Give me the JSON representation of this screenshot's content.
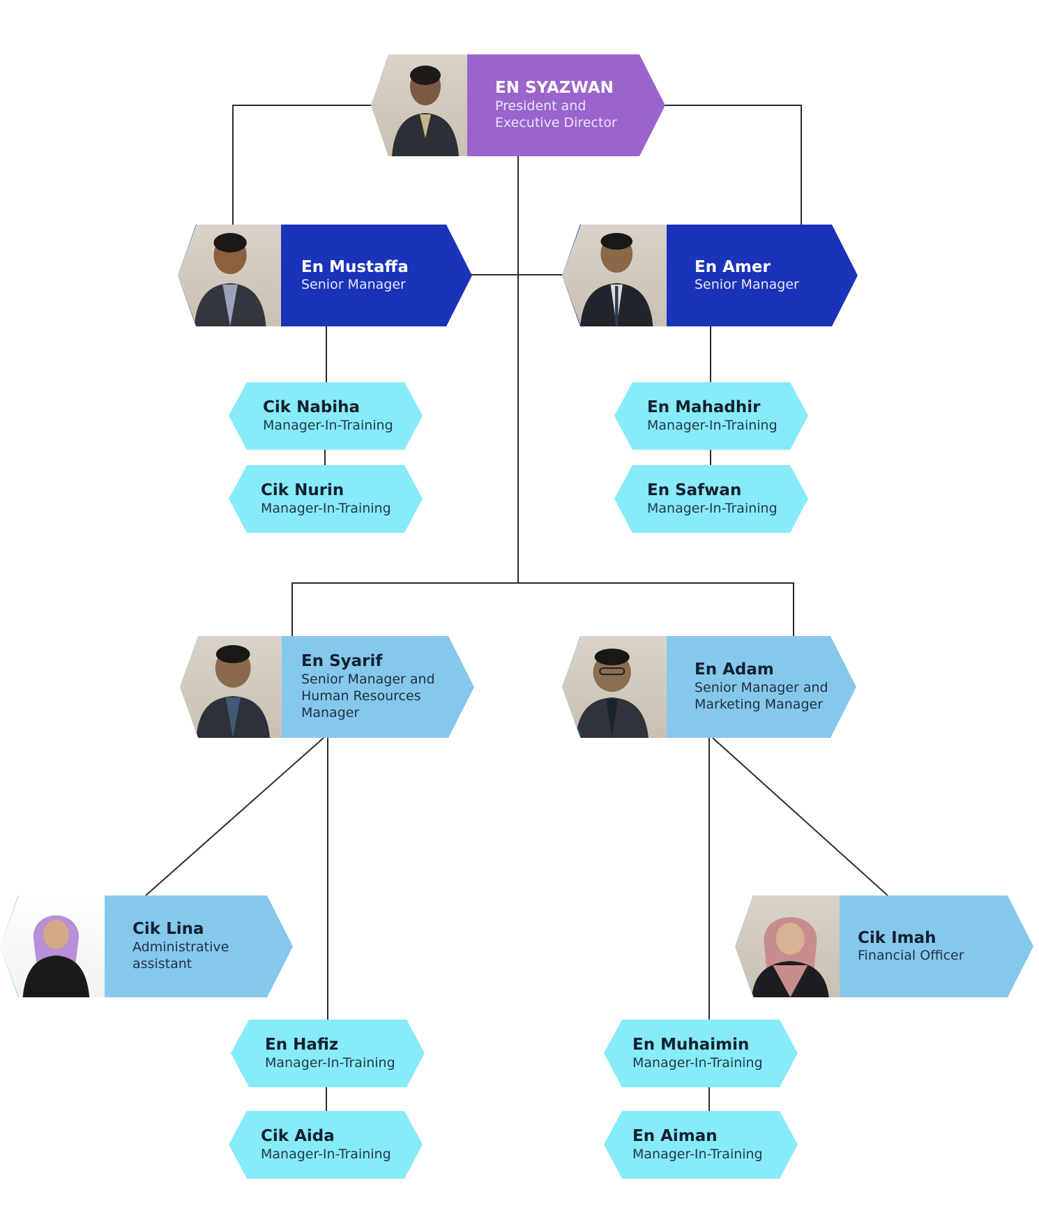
{
  "colors": {
    "president": "#9b63cc",
    "senior": "#1b33b9",
    "department_head": "#86c8ec",
    "trainee": "#87ebf9",
    "connector": "#2b2b2b"
  },
  "people": {
    "president": {
      "name": "EN SYAZWAN",
      "role": "President and\nExecutive Director"
    },
    "mustaffa": {
      "name": "En Mustaffa",
      "role": "Senior Manager"
    },
    "amer": {
      "name": "En Amer",
      "role": "Senior Manager"
    },
    "nabiha": {
      "name": "Cik Nabiha",
      "role": "Manager-In-Training"
    },
    "nurin": {
      "name": "Cik Nurin",
      "role": "Manager-In-Training"
    },
    "mahadhir": {
      "name": "En Mahadhir",
      "role": "Manager-In-Training"
    },
    "safwan": {
      "name": "En Safwan",
      "role": "Manager-In-Training"
    },
    "syarif": {
      "name": "En Syarif",
      "role": "Senior Manager and\nHuman Resources\nManager"
    },
    "adam": {
      "name": "En Adam",
      "role": "Senior Manager and\nMarketing Manager"
    },
    "lina": {
      "name": "Cik Lina",
      "role": "Administrative\nassistant"
    },
    "imah": {
      "name": "Cik Imah",
      "role": "Financial Officer"
    },
    "hafiz": {
      "name": "En Hafiz",
      "role": "Manager-In-Training"
    },
    "aida": {
      "name": "Cik Aida",
      "role": "Manager-In-Training"
    },
    "muhaimin": {
      "name": "En Muhaimin",
      "role": "Manager-In-Training"
    },
    "aiman": {
      "name": "En Aiman",
      "role": "Manager-In-Training"
    }
  }
}
